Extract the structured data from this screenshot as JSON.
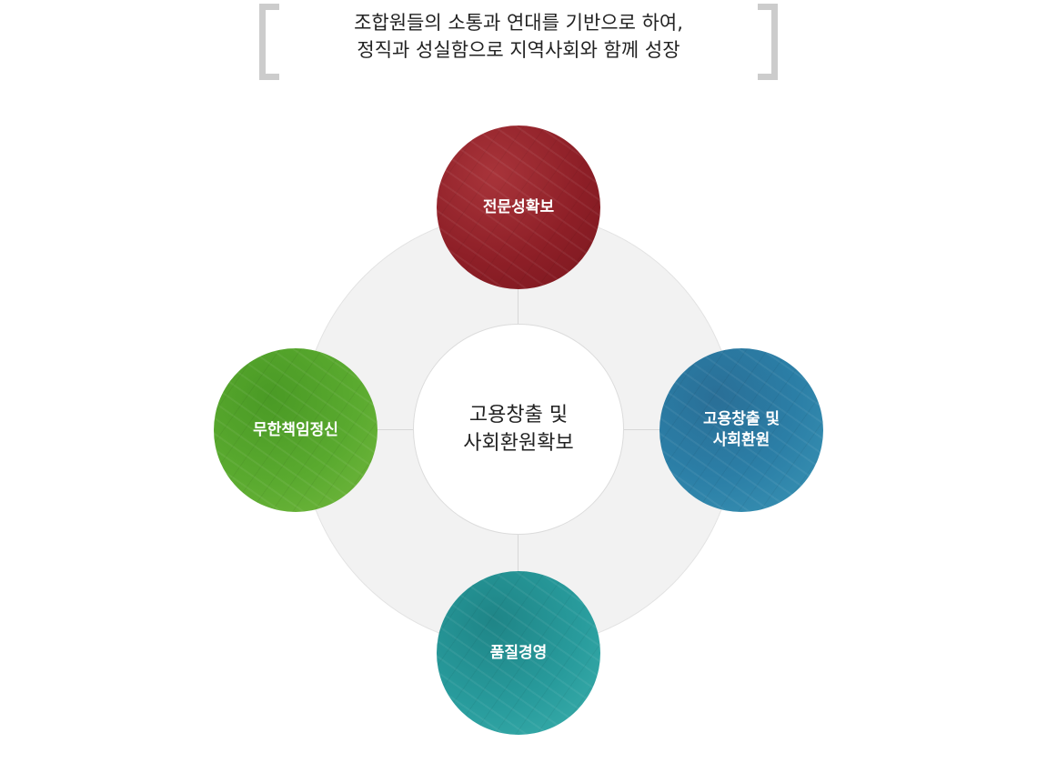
{
  "motto": {
    "line1": "조합원들의 소통과 연대를 기반으로 하여,",
    "line2": "정직과 성실함으로 지역사회와 함께 성장"
  },
  "center": {
    "line1": "고용창출 및",
    "line2": "사회환원확보"
  },
  "nodes": {
    "top": {
      "label": "전문성확보",
      "color": "#8e1f27"
    },
    "right": {
      "line1": "고용창출 및",
      "line2": "사회환원",
      "color": "#2b7ea6"
    },
    "bottom": {
      "label": "품질경영",
      "color": "#289b9c"
    },
    "left": {
      "label": "무한책임정신",
      "color": "#5aaa2f"
    }
  },
  "colors": {
    "ring": "#f2f2f2",
    "bracket": "#cccccc"
  }
}
